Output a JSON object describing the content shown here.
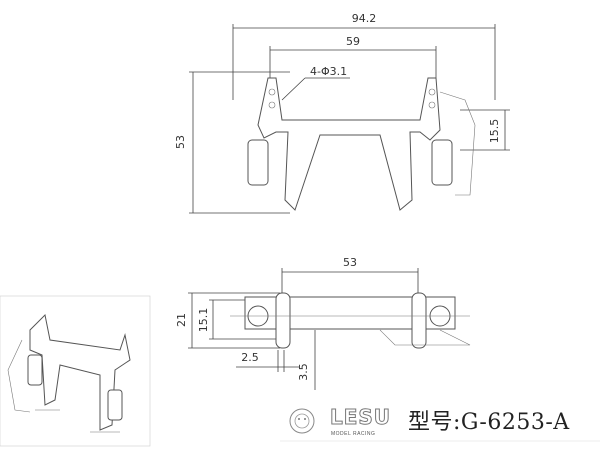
{
  "front_view": {
    "dims": {
      "overall_width": "94.2",
      "mount_width": "59",
      "holes": "4-Φ3.1",
      "height": "53",
      "shock_offset": "15.5"
    }
  },
  "top_view": {
    "dims": {
      "width": "53",
      "overall_depth": "21",
      "depth": "15.1",
      "offset_a": "2.5",
      "offset_b": "3.5"
    }
  },
  "brand": {
    "logo_text": "LESU",
    "logo_sub": "MODEL RACING",
    "logo_icon": "lion-head-icon",
    "model_label": "型号:G-6253-A"
  },
  "colors": {
    "line": "#444444",
    "background": "#ffffff"
  }
}
